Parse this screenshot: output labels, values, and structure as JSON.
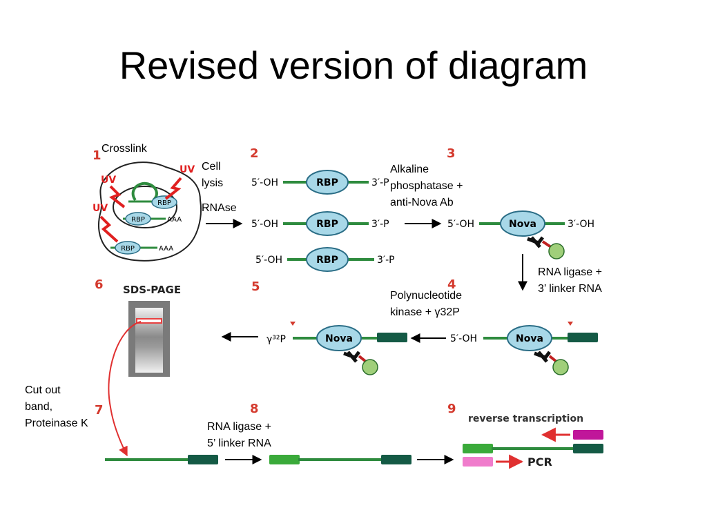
{
  "title": "Revised version of diagram",
  "colors": {
    "strand": "#2e8b3e",
    "linker_dark": "#145a45",
    "linker_light": "#3aaa3a",
    "protein_fill": "#a8d8e8",
    "protein_stroke": "#2a6d86",
    "antibody": "#111111",
    "kinase_dot": "#a0cf7a",
    "step_number": "#d43a2e",
    "uv_arrow": "#e02020",
    "gel_band": "#e84040",
    "primer_magenta": "#c0169a",
    "primer_pink": "#f07ccc",
    "pcr_arrow": "#e03030"
  },
  "steps": [
    "1",
    "2",
    "3",
    "4",
    "5",
    "6",
    "7",
    "8",
    "9"
  ],
  "annotations": {
    "crosslink": "Crosslink",
    "cell_lysis_1": "Cell",
    "cell_lysis_2": "lysis",
    "rnase": "RNAse",
    "alk_1": "Alkaline",
    "alk_2": "phosphatase +",
    "alk_3": "anti-Nova Ab",
    "rna_ligase3_1": "RNA ligase +",
    "rna_ligase3_2": "3’ linker RNA",
    "pnk_1": "Polynucleotide",
    "pnk_2": "kinase + γ32P",
    "cut_1": "Cut out",
    "cut_2": "band,",
    "cut_3": "Proteinase K",
    "rna_ligase5_1": "RNA ligase +",
    "rna_ligase5_2": "5’ linker RNA"
  },
  "figure_text": {
    "uv": "UV",
    "rbp": "RBP",
    "aaa": "AAA",
    "oh5": "5′-OH",
    "p3": "3′-P",
    "oh3": "3′-OH",
    "nova": "Nova",
    "sds_page": "SDS-PAGE",
    "gamma32p": "γ³²P",
    "reverse_transcription": "reverse transcription",
    "pcr": "PCR"
  }
}
